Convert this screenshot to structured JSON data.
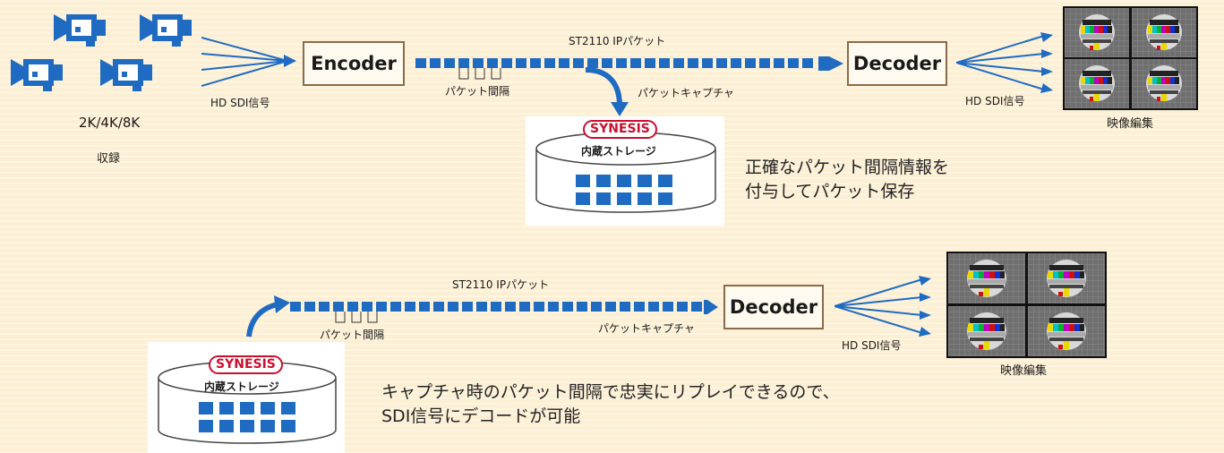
{
  "top": {
    "source_label": "2K/4K/8K",
    "record_label": "収録",
    "hdsdi_left": "HD SDI信号",
    "encoder": "Encoder",
    "stream_label": "ST2110 IPパケット",
    "interval_label": "パケット間隔",
    "capture_label": "パケットキャプチャ",
    "decoder": "Decoder",
    "hdsdi_right": "HD SDI信号",
    "edit_label": "映像編集",
    "storage_brand": "SYNESIS",
    "storage_label": "内蔵ストレージ",
    "note_line1": "正確なパケット間隔情報を",
    "note_line2": "付与してパケット保存"
  },
  "bottom": {
    "storage_brand": "SYNESIS",
    "storage_label": "内蔵ストレージ",
    "stream_label": "ST2110 IPパケット",
    "interval_label": "パケット間隔",
    "capture_label": "パケットキャプチャ",
    "decoder": "Decoder",
    "hdsdi": "HD SDI信号",
    "edit_label": "映像編集",
    "note_line1": "キャプチャ時のパケット間隔で忠実にリプレイできるので、",
    "note_line2": "SDI信号にデコードが可能"
  },
  "colors": {
    "accent_blue": "#1f6bc1",
    "brand_red": "#c8102e",
    "box_border": "#8a6a4a",
    "background": "#fcefd3"
  }
}
